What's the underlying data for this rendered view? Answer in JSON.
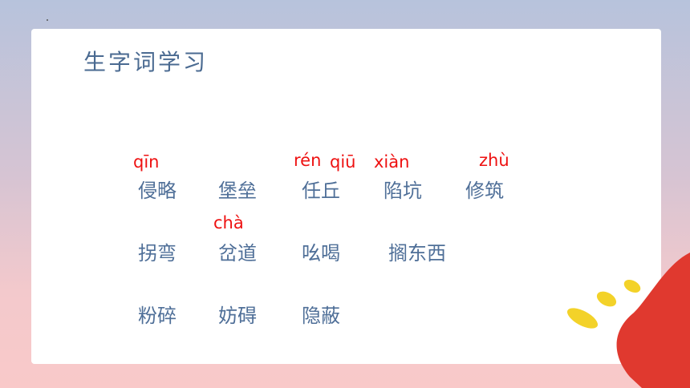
{
  "slide": {
    "title": "生字词学习",
    "rows": [
      {
        "words": [
          "侵略",
          "堡垒",
          "任丘",
          "陷坑",
          "修筑"
        ]
      },
      {
        "words": [
          "拐弯",
          "岔道",
          "吆喝",
          "搁东西"
        ]
      },
      {
        "words": [
          "粉碎",
          "妨碍",
          "隐蔽"
        ]
      }
    ],
    "pinyin": {
      "qin": "qīn",
      "ren": "rén",
      "qiu": "qiū",
      "xian": "xiàn",
      "zhu": "zhù",
      "cha": "chà"
    }
  },
  "colors": {
    "title": "#4a6a91",
    "word": "#4f6f98",
    "pinyin": "#ee1111",
    "blob": "#e0392f",
    "accent_dots": "#f3d229"
  }
}
